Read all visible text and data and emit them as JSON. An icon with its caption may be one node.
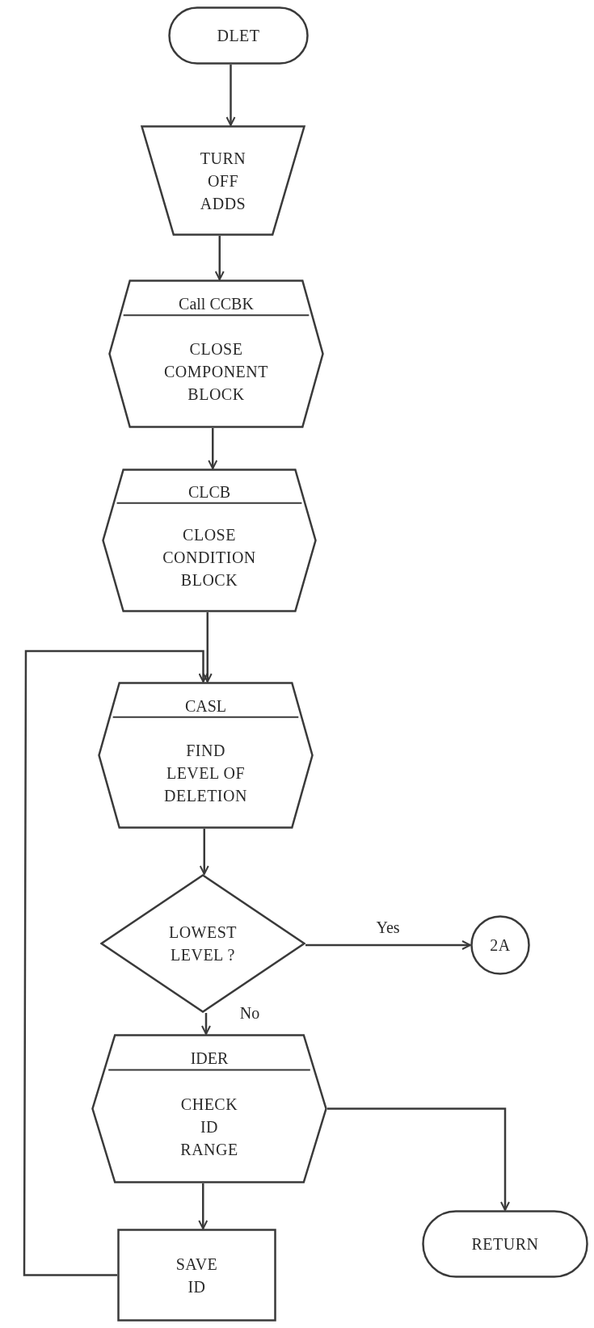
{
  "diagram": {
    "nodes": [
      {
        "text": [
          "DLET"
        ]
      },
      {
        "text": [
          "TURN OFF ADDS"
        ]
      },
      {
        "text": [
          "Call CCBK",
          "CLOSE COMPONENT BLOCK"
        ]
      },
      {
        "text": [
          "CLCB",
          "CLOSE CONDITION BLOCK"
        ]
      },
      {
        "text": [
          "CASL",
          "FIND LEVEL OF DELETION"
        ]
      },
      {
        "text": [
          "LOWEST LEVEL ?"
        ]
      },
      {
        "text": [
          "2A"
        ]
      },
      {
        "text": [
          "IDER",
          "CHECK ID RANGE"
        ]
      },
      {
        "text": [
          "RETURN"
        ]
      },
      {
        "text": [
          "SAVE ID"
        ]
      }
    ],
    "edges": [
      {
        "from": 0,
        "to": 1,
        "arrow": "to"
      },
      {
        "from": 1,
        "to": 2,
        "arrow": "to"
      },
      {
        "from": 2,
        "to": 3,
        "arrow": "to"
      },
      {
        "from": 3,
        "to": 4,
        "arrow": "to"
      },
      {
        "from": 4,
        "to": 5,
        "arrow": "to"
      },
      {
        "from": 5,
        "to": 6,
        "arrow": "to",
        "label": "Yes"
      },
      {
        "from": 5,
        "to": 7,
        "arrow": "to",
        "label": "No"
      },
      {
        "from": 7,
        "to": 8,
        "arrow": "to"
      },
      {
        "from": 7,
        "to": 9,
        "arrow": "to"
      },
      {
        "from": 9,
        "to": 4,
        "arrow": "to"
      }
    ]
  }
}
